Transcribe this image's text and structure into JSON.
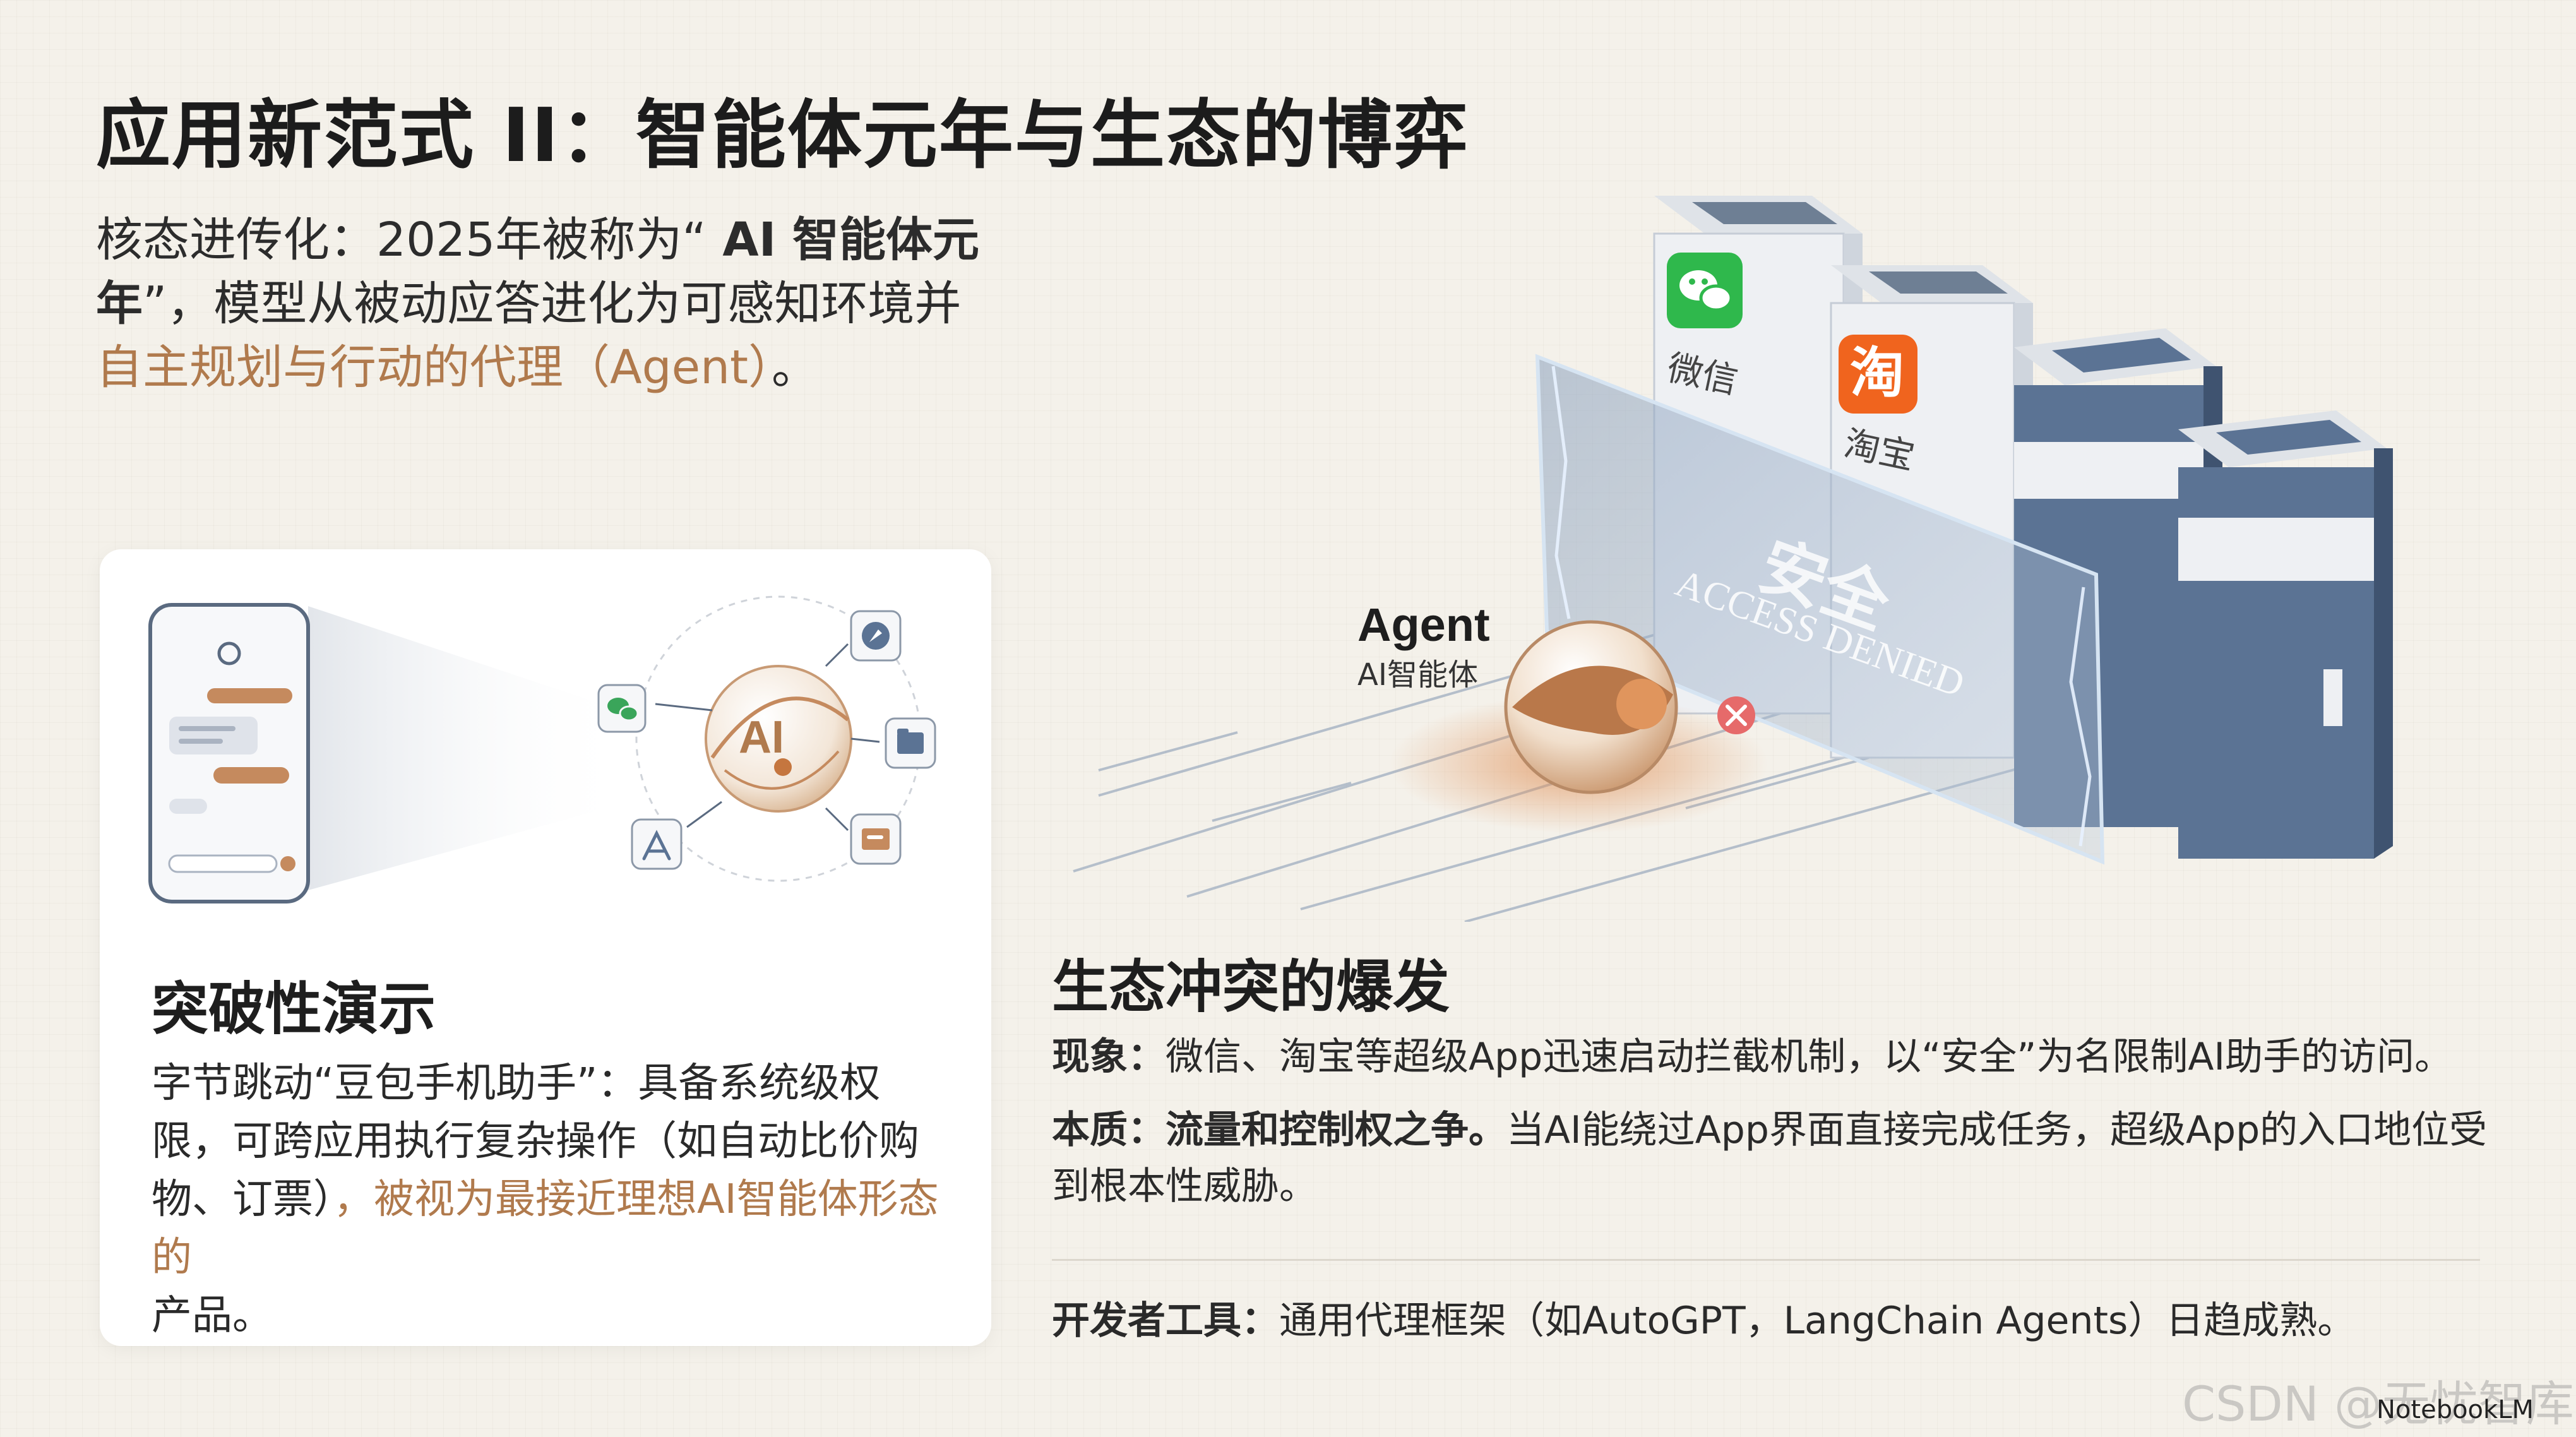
{
  "title": "应用新范式 II：智能体元年与生态的博弈",
  "intro": {
    "part1": "核态进传化：2025年被称为“",
    "bold": " AI 智能体元年",
    "part2": "”，模型从被动应答进化为可感知环境并",
    "accent": "自主规划与行动的代理（Agent）",
    "end": "。"
  },
  "card": {
    "ai_label": "AI",
    "heading": "突破性演示",
    "body1": "字节跳动“豆包手机助手”：具备系统级权限，可跨应用执行复杂操作（如自动比价购物、订票）",
    "accent": "，被视为最接近理想AI智能体形态的",
    "body2": "产品。"
  },
  "hero": {
    "app1": "微信",
    "app2": "淘宝",
    "app2_glyph": "淘",
    "shield_line1": "安全",
    "shield_line2": "ACCESS DENIED",
    "agent_title": "Agent",
    "agent_sub": "AI智能体",
    "icons": [
      "wechat-icon",
      "taobao-icon",
      "close-icon"
    ]
  },
  "section": {
    "heading": "生态冲突的爆发",
    "p1_label": "现象：",
    "p1_text": "微信、淘宝等超级App迅速启动拦截机制，以“安全”为名限制AI助手的访问。",
    "p2_label": "本质：流量和控制权之争。",
    "p2_text": "当AI能绕过App界面直接完成任务，超级App的入口地位受到根本性威胁。",
    "p3_label": "开发者工具：",
    "p3_text": "通用代理框架（如AutoGPT，LangChain Agents）日趋成熟。"
  },
  "watermark": "CSDN @无忧智库",
  "logo": "NotebookLM",
  "colors": {
    "accent": "#b07a4d",
    "background": "#f4f1ea",
    "server_blue": "#5b7394",
    "wechat_green": "#2fb84c",
    "taobao_orange": "#f0641e"
  }
}
